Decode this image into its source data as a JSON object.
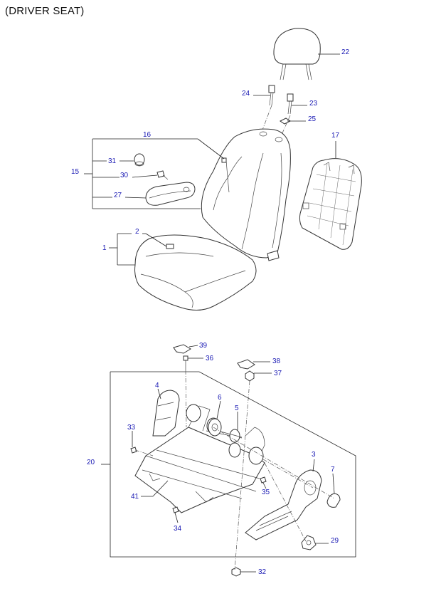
{
  "title": "(DRIVER SEAT)",
  "colors": {
    "label": "#1a1ab4",
    "line": "#222222"
  },
  "callouts": [
    {
      "id": "c22",
      "text": "22"
    },
    {
      "id": "c24",
      "text": "24"
    },
    {
      "id": "c23",
      "text": "23"
    },
    {
      "id": "c25",
      "text": "25"
    },
    {
      "id": "c16",
      "text": "16"
    },
    {
      "id": "c17",
      "text": "17"
    },
    {
      "id": "c31",
      "text": "31"
    },
    {
      "id": "c15",
      "text": "15"
    },
    {
      "id": "c30",
      "text": "30"
    },
    {
      "id": "c27",
      "text": "27"
    },
    {
      "id": "c2",
      "text": "2"
    },
    {
      "id": "c1",
      "text": "1"
    },
    {
      "id": "c39",
      "text": "39"
    },
    {
      "id": "c36",
      "text": "36"
    },
    {
      "id": "c38",
      "text": "38"
    },
    {
      "id": "c37",
      "text": "37"
    },
    {
      "id": "c4",
      "text": "4"
    },
    {
      "id": "c6",
      "text": "6"
    },
    {
      "id": "c5",
      "text": "5"
    },
    {
      "id": "c33",
      "text": "33"
    },
    {
      "id": "c20",
      "text": "20"
    },
    {
      "id": "c3",
      "text": "3"
    },
    {
      "id": "c7",
      "text": "7"
    },
    {
      "id": "c35",
      "text": "35"
    },
    {
      "id": "c41",
      "text": "41"
    },
    {
      "id": "c34",
      "text": "34"
    },
    {
      "id": "c29",
      "text": "29"
    },
    {
      "id": "c32",
      "text": "32"
    }
  ]
}
